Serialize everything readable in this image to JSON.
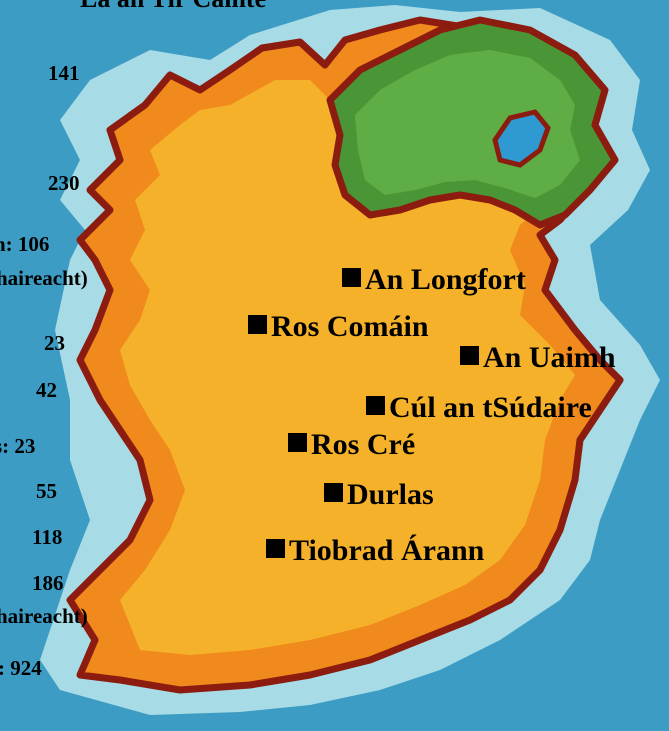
{
  "map": {
    "top_text": "Lá an Tír Cainte",
    "towns": [
      {
        "id": "longfort",
        "name": "An Longfort"
      },
      {
        "id": "roscomain",
        "name": "Ros Comáin"
      },
      {
        "id": "uaimh",
        "name": "An Uaimh"
      },
      {
        "id": "culantsudaire",
        "name": "Cúl an tSúdaire"
      },
      {
        "id": "roscre",
        "name": "Ros Cré"
      },
      {
        "id": "durlas",
        "name": "Durlas"
      },
      {
        "id": "tiobrad",
        "name": "Tiobrad Árann"
      }
    ],
    "side_numbers": [
      {
        "id": "n141",
        "text": "141"
      },
      {
        "id": "n230",
        "text": "230"
      },
      {
        "id": "n106",
        "text": "n:  106"
      },
      {
        "id": "n23a",
        "text": "23"
      },
      {
        "id": "n42",
        "text": "42"
      },
      {
        "id": "n23b",
        "text": "s:  23"
      },
      {
        "id": "n55",
        "text": "55"
      },
      {
        "id": "n118",
        "text": "118"
      },
      {
        "id": "n186",
        "text": "186"
      },
      {
        "id": "n924",
        "text": ":  924"
      }
    ],
    "side_labels": [
      {
        "id": "gaeltacht1",
        "text": "haireacht)"
      },
      {
        "id": "gaeltacht2",
        "text": "haireacht)"
      }
    ],
    "colors": {
      "sea": "#3d9cc4",
      "coast_halo": "#a7dbe6",
      "land_outer": "#f08a1c",
      "land_inner": "#f6b12a",
      "border": "#8b1c0f",
      "north_outer": "#4a9636",
      "north_inner": "#5fae45",
      "lake": "#2f9ad2"
    }
  }
}
